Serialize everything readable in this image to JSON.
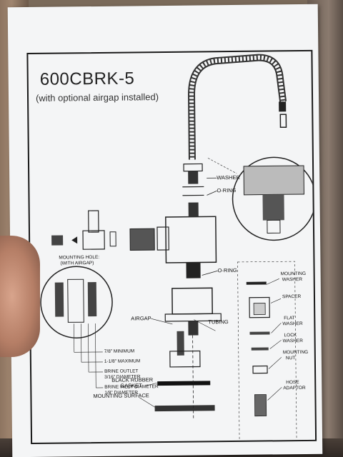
{
  "title": "600CBRK-5",
  "subtitle": "(with optional airgap installed)",
  "labels": {
    "washer": "WASHER",
    "o_ring_top": "O-RING",
    "o_ring_mid": "O-RING",
    "mounting_hole": "MOUNTING HOLE:",
    "with_airgap": "(WITH AIRGAP)",
    "min": "7/8\" MINIMUM",
    "max": "1-1/8\" MAXIMUM",
    "brine_outlet_1": "BRINE OUTLET",
    "brine_outlet_2": "3/16\" DIAMETER",
    "brine_inlet_1": "BRINE INLET DIAMETER",
    "brine_inlet_2": "1/8\" DIAMETER",
    "airgap": "AIRGAP",
    "tubing": "TUBING",
    "black_rubber_1": "BLACK RUBBER",
    "black_rubber_2": "GASKET",
    "mounting_surface": "MOUNTING SURFACE",
    "mounting_washer_1": "MOUNTING",
    "mounting_washer_2": "WASHER",
    "spacer": "SPACER",
    "flat_washer_1": "FLAT",
    "flat_washer_2": "WASHER",
    "lock_washer_1": "LOCK",
    "lock_washer_2": "WASHER",
    "mounting_nut_1": "MOUNTING",
    "mounting_nut_2": "NUT",
    "hose_adaptor_1": "HOSE",
    "hose_adaptor_2": "ADAPTOR"
  }
}
